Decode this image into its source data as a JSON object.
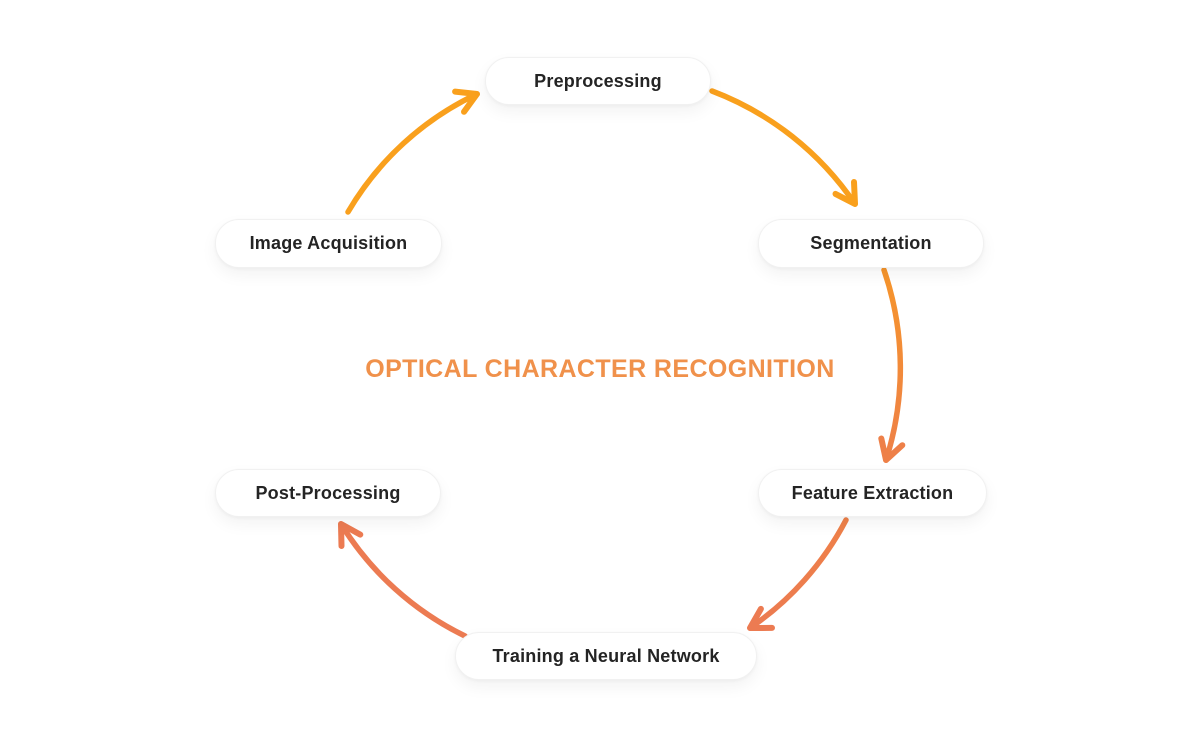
{
  "title": {
    "text": "OPTICAL CHARACTER RECOGNITION"
  },
  "nodes": [
    {
      "id": "preprocessing",
      "label": "Preprocessing"
    },
    {
      "id": "segmentation",
      "label": "Segmentation"
    },
    {
      "id": "feature-extraction",
      "label": "Feature Extraction"
    },
    {
      "id": "training-neural-network",
      "label": "Training a Neural Network"
    },
    {
      "id": "post-processing",
      "label": "Post-Processing"
    },
    {
      "id": "image-acquisition",
      "label": "Image Acquisition"
    }
  ],
  "arrows": [
    {
      "from": "Image Acquisition",
      "to": "Preprocessing"
    },
    {
      "from": "Preprocessing",
      "to": "Segmentation"
    },
    {
      "from": "Segmentation",
      "to": "Feature Extraction"
    },
    {
      "from": "Feature Extraction",
      "to": "Training a Neural Network"
    },
    {
      "from": "Training a Neural Network",
      "to": "Post-Processing"
    }
  ],
  "colors": {
    "title": "#F0914B",
    "arrow_orange": "#F9A01D",
    "arrow_orange_deep": "#F6952B",
    "arrow_transition": "#EE8048",
    "arrow_salmon": "#EC7B52",
    "node_text": "#242424",
    "node_background": "#FFFFFF",
    "page_background": "#FFFFFF"
  }
}
